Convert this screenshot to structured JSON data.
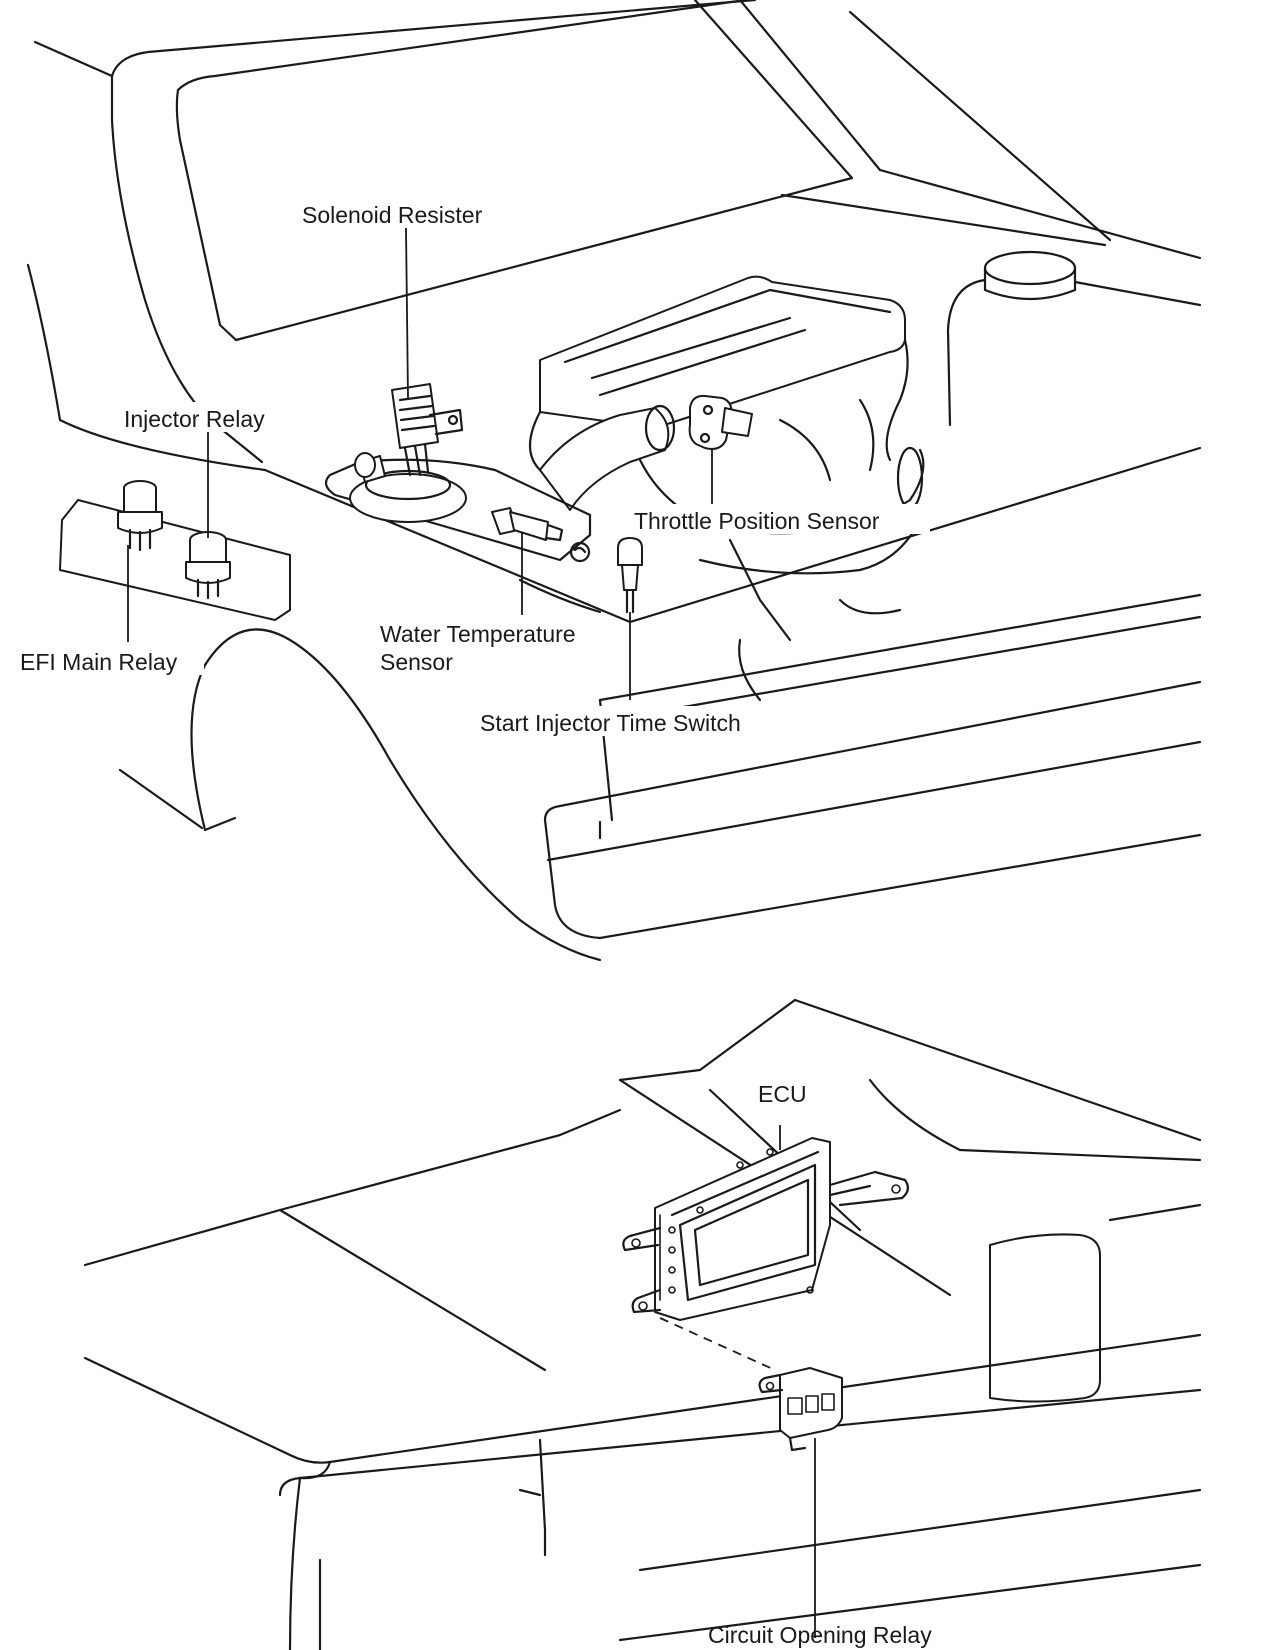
{
  "labels": {
    "solenoid_resister": "Solenoid Resister",
    "injector_relay": "Injector Relay",
    "throttle_position_sensor": "Throttle Position Sensor",
    "water_temperature_sensor_line1": "Water Temperature",
    "water_temperature_sensor_line2": "Sensor",
    "efi_main_relay": "EFI Main Relay",
    "start_injector_time_switch": "Start Injector Time Switch",
    "ecu": "ECU",
    "circuit_opening_relay": "Circuit Opening Relay"
  },
  "colors": {
    "line": "#1a1a1a",
    "background": "#ffffff"
  }
}
